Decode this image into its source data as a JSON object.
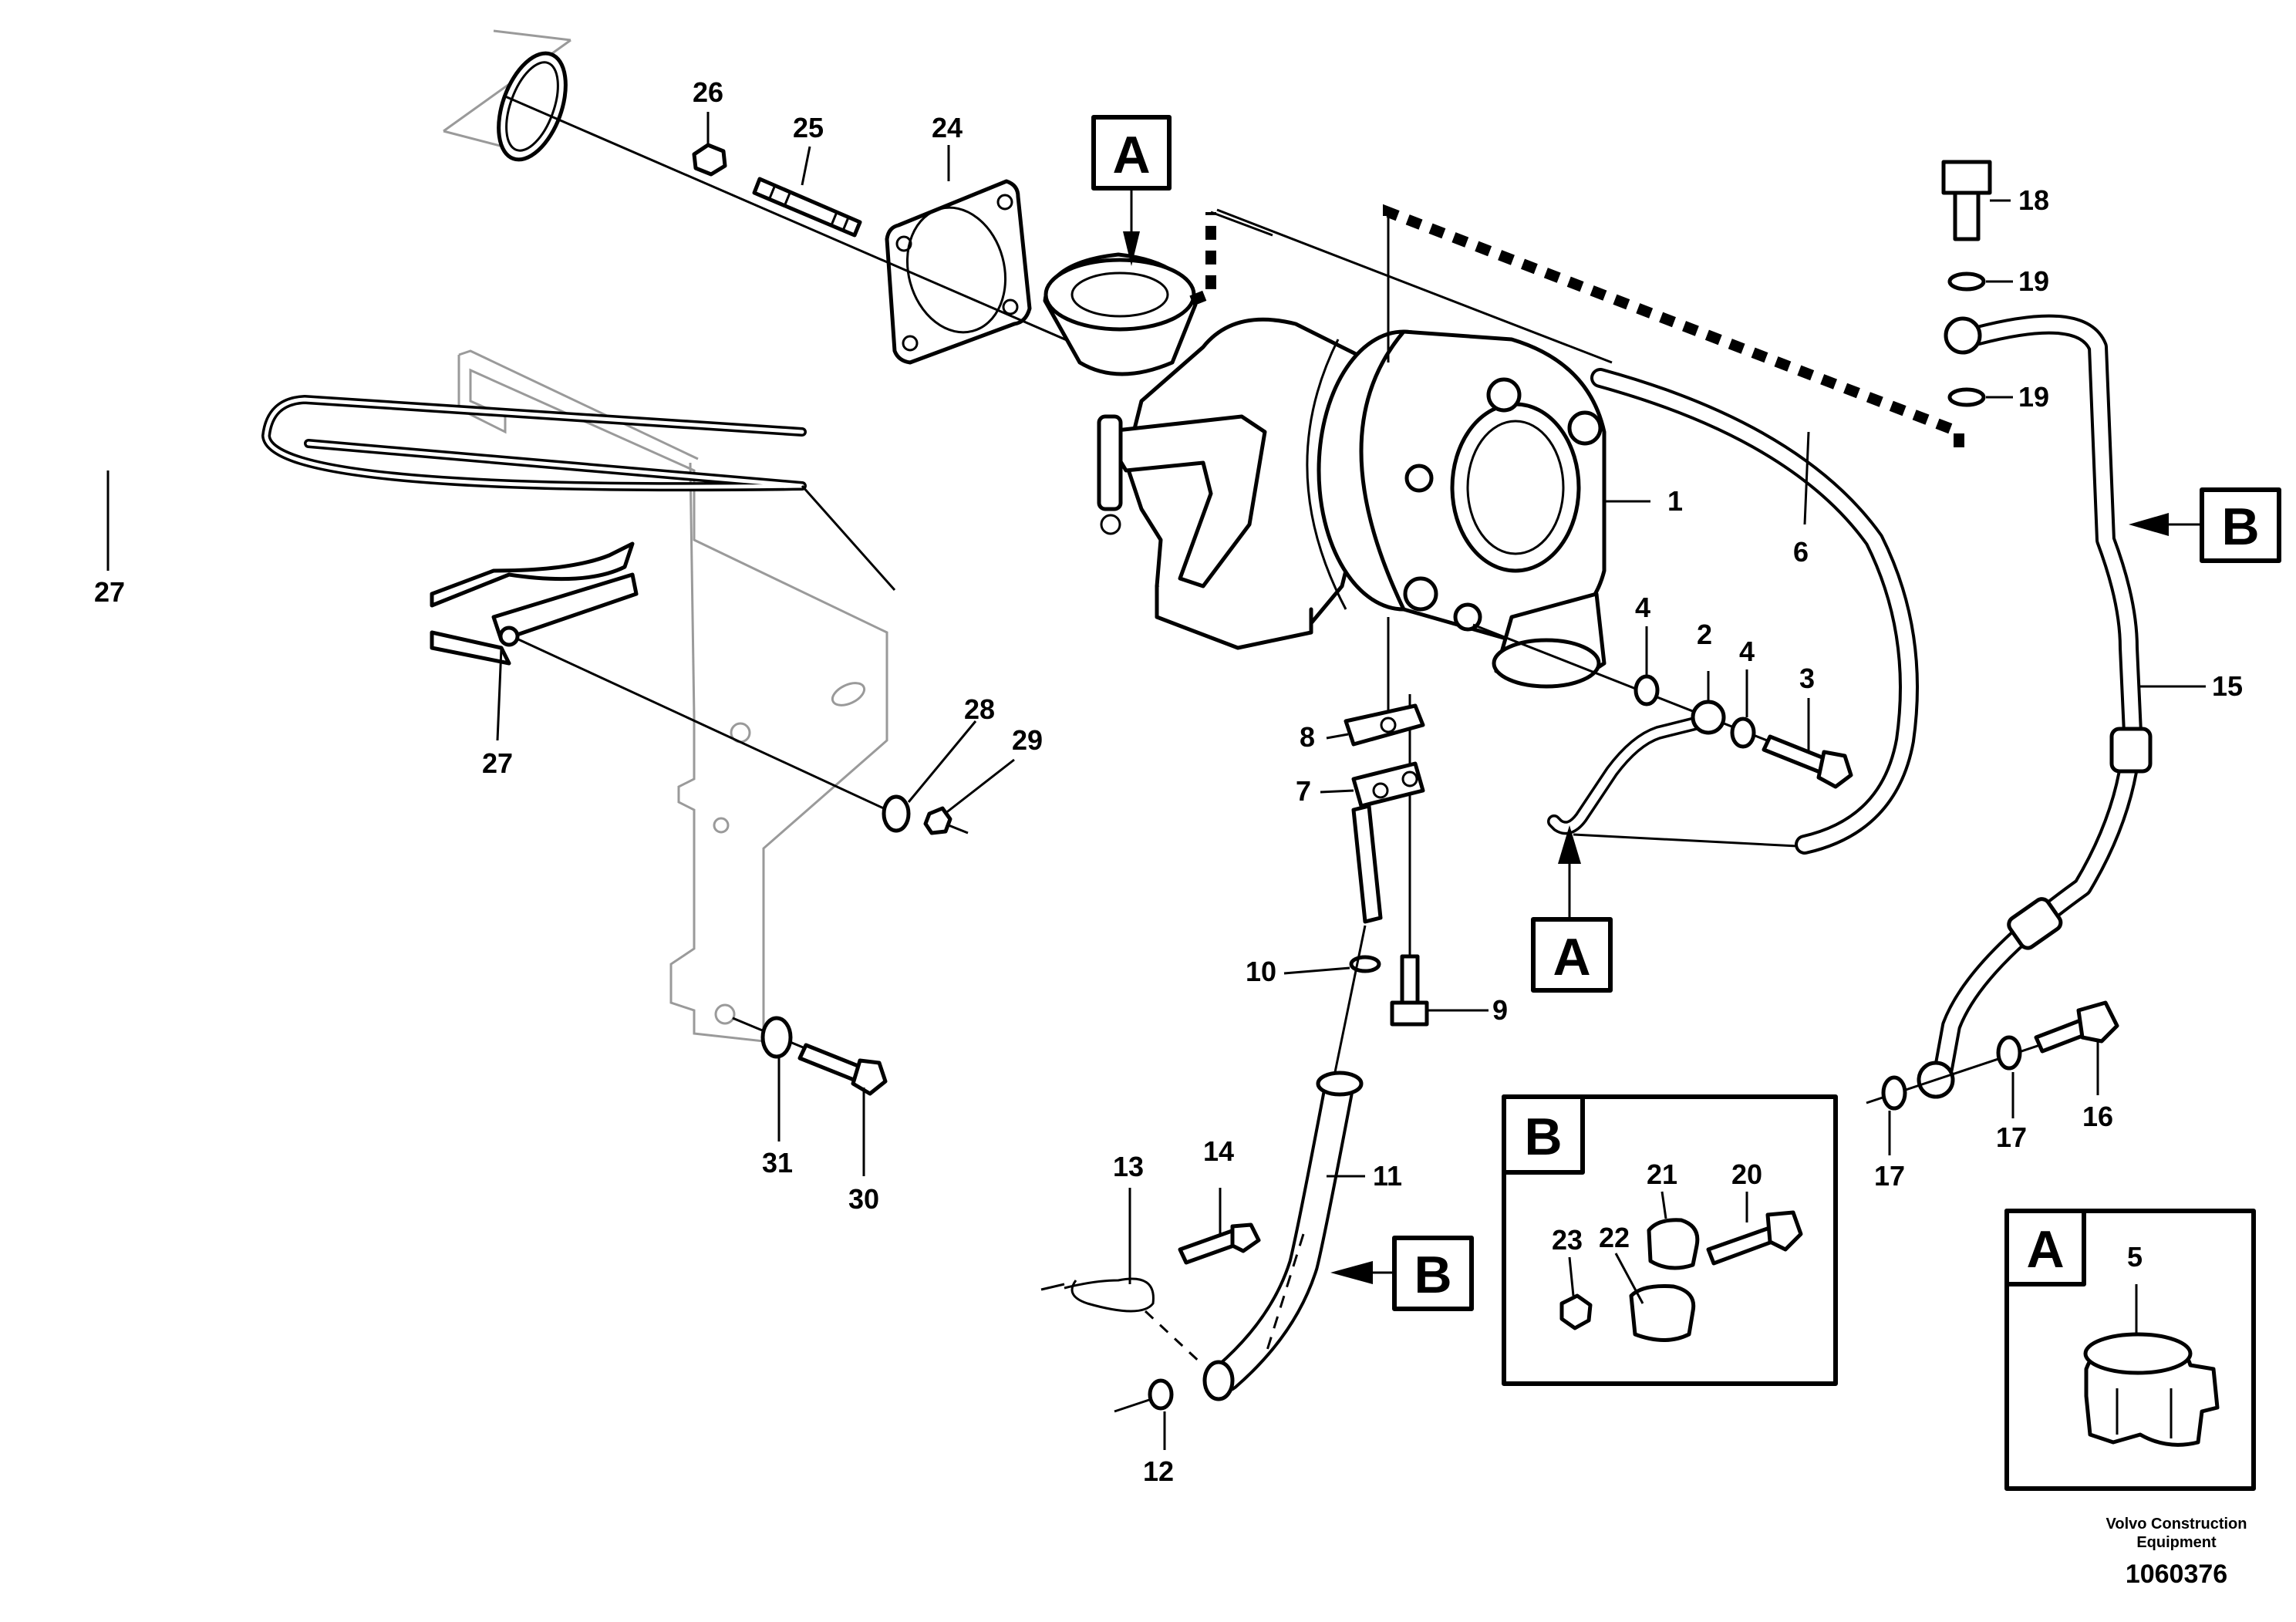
{
  "callouts": {
    "c1": "1",
    "c2": "2",
    "c3": "3",
    "c4a": "4",
    "c4b": "4",
    "c5": "5",
    "c6": "6",
    "c7": "7",
    "c8": "8",
    "c9": "9",
    "c10": "10",
    "c11": "11",
    "c12": "12",
    "c13": "13",
    "c14": "14",
    "c15": "15",
    "c16": "16",
    "c17a": "17",
    "c17b": "17",
    "c18": "18",
    "c19a": "19",
    "c19b": "19",
    "c20": "20",
    "c21": "21",
    "c22": "22",
    "c23": "23",
    "c24": "24",
    "c25": "25",
    "c26": "26",
    "c27a": "27",
    "c27b": "27",
    "c28": "28",
    "c29": "29",
    "c30": "30",
    "c31": "31"
  },
  "markers": {
    "a_top": "A",
    "a_bottom": "A",
    "b_right": "B",
    "b_pipe": "B",
    "detail_b": "B",
    "detail_a": "A"
  },
  "footer": {
    "company_line1": "Volvo Construction",
    "company_line2": "Equipment",
    "drawing_number": "1060376"
  }
}
